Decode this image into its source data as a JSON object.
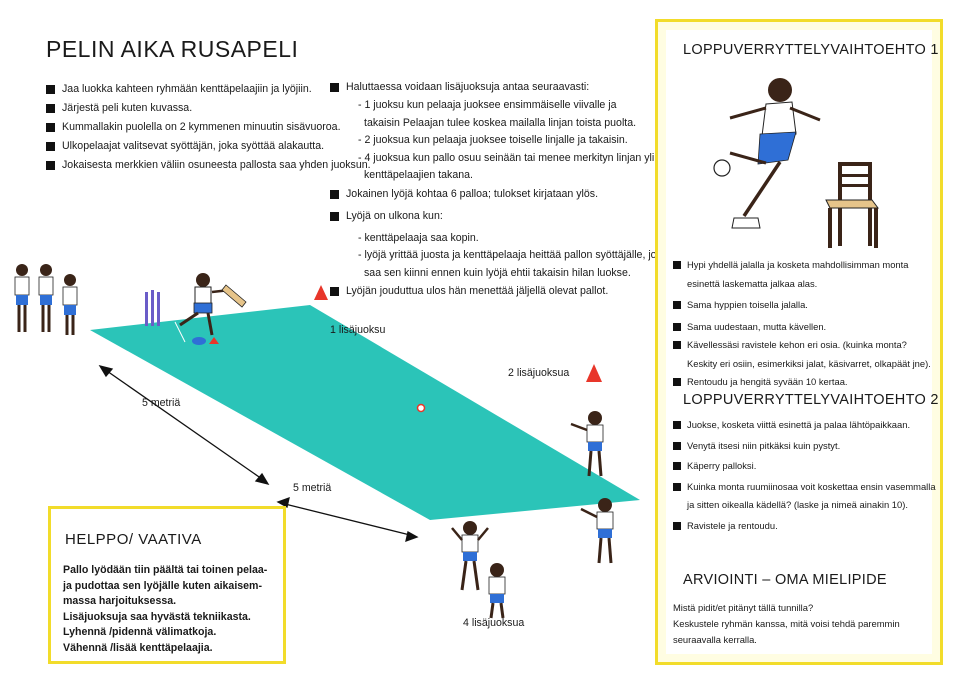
{
  "title": "PELIN AIKA  RUSAPELI",
  "left_rules": [
    "Jaa luokka kahteen ryhmään  kenttäpelaajiin ja lyöjiin.",
    "Järjestä peli kuten kuvassa.",
    "Kummallakin puolella on 2 kymmenen minuutin sisävuoroa.",
    "Ulkopelaajat valitsevat syöttäjän, joka syöttää alakautta.",
    "Jokaisesta merkkien väliin osuneesta pallosta saa yhden juoksun."
  ],
  "middle": {
    "intro": "Haluttaessa voidaan lisäjuoksuja antaa seuraavasti:",
    "runs": [
      "- 1 juoksu kun pelaaja juoksee ensimmäiselle viivalle ja",
      "takaisin Pelaajan tulee koskea mailalla linjan toista puolta.",
      "- 2 juoksua kun pelaaja juoksee toiselle linjalle ja takaisin.",
      "- 4 juoksua kun pallo osuu seinään tai menee merkityn linjan yli",
      "kenttäpelaajien takana."
    ],
    "balls": "Jokainen lyöjä kohtaa 6 palloa; tulokset kirjataan ylös.",
    "out_title": "Lyöjä on ulkona kun:",
    "out_items": [
      "- kenttäpelaaja saa kopin.",
      "- lyöjä yrittää juosta ja kenttäpelaaja heittää pallon syöttäjälle, joka",
      "saa sen kiinni ennen kuin lyöjä ehtii takaisin hilan luokse."
    ],
    "last": "Lyöjän jouduttua ulos hän menettää jäljellä olevat pallot."
  },
  "field_labels": {
    "one_run": "1 lisäjuoksu",
    "two_runs": "2 lisäjuoksua",
    "four_runs": "4 lisäjuoksua",
    "five_m_left": "5 metriä",
    "five_m_bottom": "5 metriä"
  },
  "easy_hard": {
    "title": "HELPPO/ VAATIVA",
    "lines": [
      "Pallo lyödään tiin päältä tai toinen pelaa-",
      "ja pudottaa sen lyöjälle kuten aikaisem-",
      "massa harjoituksessa.",
      "Lisäjuoksuja saa hyvästä tekniikasta.",
      "Lyhennä /pidennä välimatkoja.",
      "Vähennä /lisää kenttäpelaajia."
    ]
  },
  "cooldown1": {
    "title": "LOPPUVERRYTTELYVAIHTOEHTO 1",
    "items": [
      {
        "text": "Hypi yhdellä jalalla ja kosketa mahdollisimman monta",
        "cont": "esinettä laskematta jalkaa alas."
      },
      {
        "text": "Sama hyppien toisella jalalla.",
        "cont": ""
      },
      {
        "text": "Sama uudestaan, mutta kävellen.",
        "cont": ""
      },
      {
        "text": "Kävellessäsi ravistele kehon eri osia. (kuinka monta?",
        "cont": "Keskity eri osiin, esimerkiksi jalat, käsivarret, olkapäät jne)."
      },
      {
        "text": "Rentoudu ja hengitä syvään 10 kertaa.",
        "cont": ""
      }
    ]
  },
  "cooldown2": {
    "title": "LOPPUVERRYTTELYVAIHTOEHTO 2",
    "items": [
      {
        "text": "Juokse, kosketa viittä esinettä ja palaa lähtöpaikkaan.",
        "cont": ""
      },
      {
        "text": "Venytä itsesi niin pitkäksi kuin pystyt.",
        "cont": ""
      },
      {
        "text": "Käperry palloksi.",
        "cont": ""
      },
      {
        "text": "Kuinka monta ruumiinosaa voit koskettaa ensin vasemmalla",
        "cont": "ja sitten oikealla kädellä? (laske ja nimeä ainakin 10)."
      },
      {
        "text": "Ravistele ja rentoudu.",
        "cont": ""
      }
    ]
  },
  "evaluation": {
    "title": "ARVIOINTI  – OMA MIELIPIDE",
    "lines": [
      "Mistä pidit/et pitänyt tällä tunnilla?",
      "Keskustele ryhmän kanssa, mitä voisi tehdä paremmin",
      "seuraavalla kerralla."
    ]
  },
  "colors": {
    "yellow_border": "#f2dc2a",
    "field": "#2bc4b8",
    "stumps": "#6a5cc8",
    "cone": "#e8362a",
    "shorts": "#2f6fd6"
  }
}
